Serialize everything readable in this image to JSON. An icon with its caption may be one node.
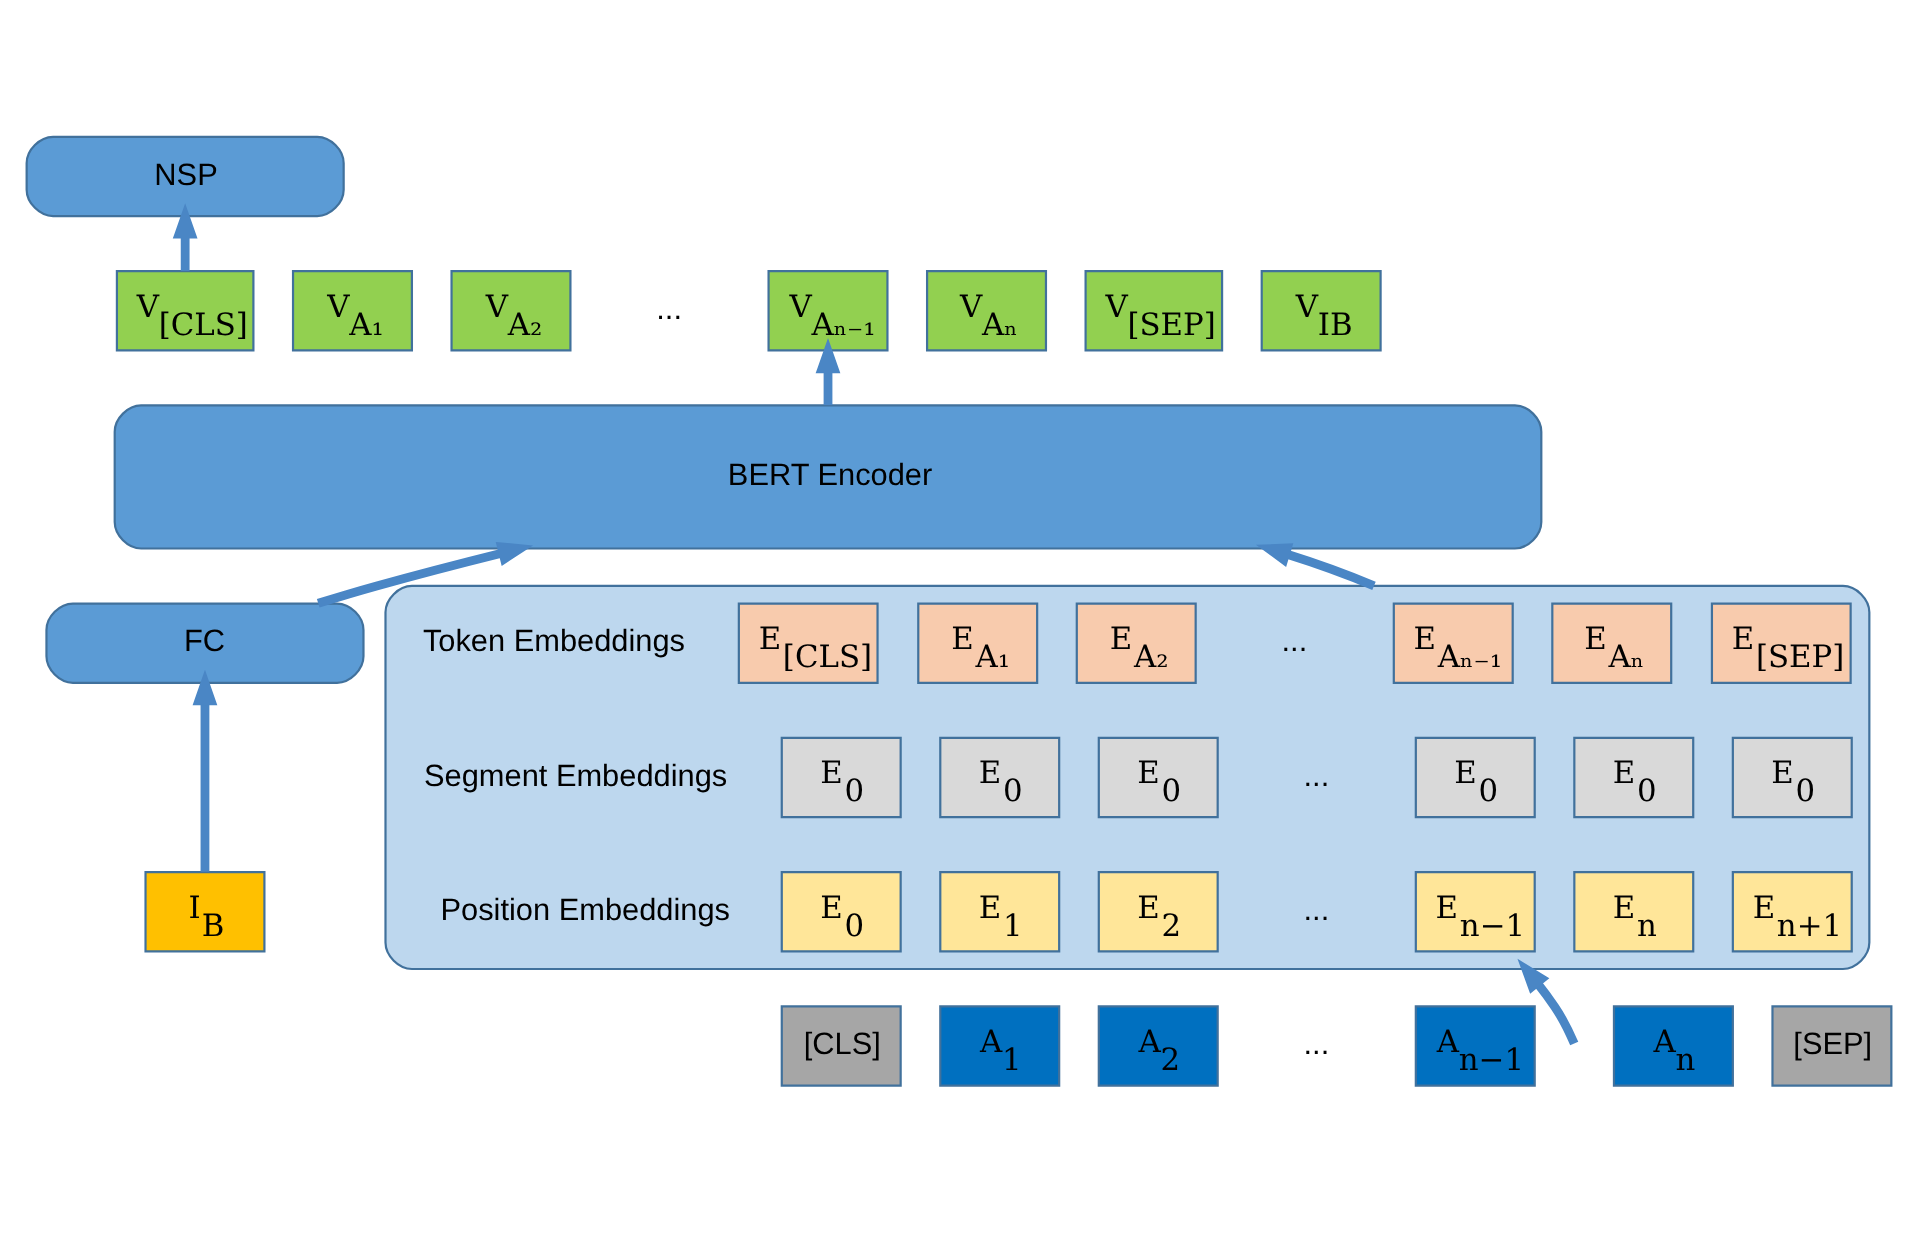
{
  "diagram": {
    "nodes": [
      {
        "text": [
          "NSP"
        ]
      },
      {
        "text": [
          "V$_{[CLS]}$"
        ]
      },
      {
        "text": [
          "V$_{A₁}$"
        ]
      },
      {
        "text": [
          "V$_{A₂}$"
        ]
      },
      {
        "text": [
          "V$_{Aₙ₋₁}$"
        ]
      },
      {
        "text": [
          "V$_{Aₙ}$"
        ]
      },
      {
        "text": [
          "V$_{[SEP]}$"
        ]
      },
      {
        "text": [
          "V$_{IB}$"
        ]
      },
      {
        "text": [
          "BERT Encoder"
        ]
      },
      {
        "text": [],
        "shape": "box"
      },
      {
        "text": [
          "E$_{[CLS]}$"
        ],
        "in": 9
      },
      {
        "text": [
          "E$_{A₁}$"
        ],
        "in": 9
      },
      {
        "text": [
          "E$_{A₂}$"
        ],
        "in": 9
      },
      {
        "text": [
          "E$_{Aₙ₋₁}$"
        ],
        "in": 9
      },
      {
        "text": [
          "E$_{Aₙ}$"
        ],
        "in": 9
      },
      {
        "text": [
          "E$_{[SEP]}$"
        ],
        "in": 9
      },
      {
        "text": [
          "E$_{0}$"
        ],
        "in": 9
      },
      {
        "text": [
          "E$_{0}$"
        ],
        "in": 9
      },
      {
        "text": [
          "E$_{0}$"
        ],
        "in": 9
      },
      {
        "text": [
          "E$_{0}$"
        ],
        "in": 9
      },
      {
        "text": [
          "E$_{0}$"
        ],
        "in": 9
      },
      {
        "text": [
          "E$_{0}$"
        ],
        "in": 9
      },
      {
        "text": [
          "E$_{0}$"
        ],
        "in": 9
      },
      {
        "text": [
          "E$_{1}$"
        ],
        "in": 9
      },
      {
        "text": [
          "E$_{2}$"
        ],
        "in": 9
      },
      {
        "text": [
          "E$_{n−1}$"
        ],
        "in": 9
      },
      {
        "text": [
          "E$_{n}$"
        ],
        "in": 9
      },
      {
        "text": [
          "E$_{n+1}$"
        ],
        "in": 9
      },
      {
        "text": [
          "FC"
        ]
      },
      {
        "text": [
          "I$_{B}$"
        ]
      },
      {
        "text": [
          "[CLS]"
        ]
      },
      {
        "text": [
          "A$_{1}$"
        ]
      },
      {
        "text": [
          "A$_{2}$"
        ]
      },
      {
        "text": [
          "A$_{n−1}$"
        ]
      },
      {
        "text": [
          "A$_{n}$"
        ]
      },
      {
        "text": [
          "[SEP]"
        ]
      }
    ],
    "edges": [
      {
        "from": 1,
        "to": 0,
        "arrow": "to"
      },
      {
        "from": 8,
        "to": 4,
        "arrow": "to"
      },
      {
        "from": 9,
        "to": 8,
        "arrow": "to"
      },
      {
        "from": 28,
        "to": 8,
        "arrow": "to"
      },
      {
        "from": 29,
        "to": 28,
        "arrow": "to"
      },
      {
        "from": null,
        "to": 9,
        "arrow": "to"
      }
    ],
    "labels": [
      "...",
      "Token Embeddings",
      "...",
      "Segment Embeddings",
      "...",
      "Position Embeddings",
      "...",
      "..."
    ]
  }
}
